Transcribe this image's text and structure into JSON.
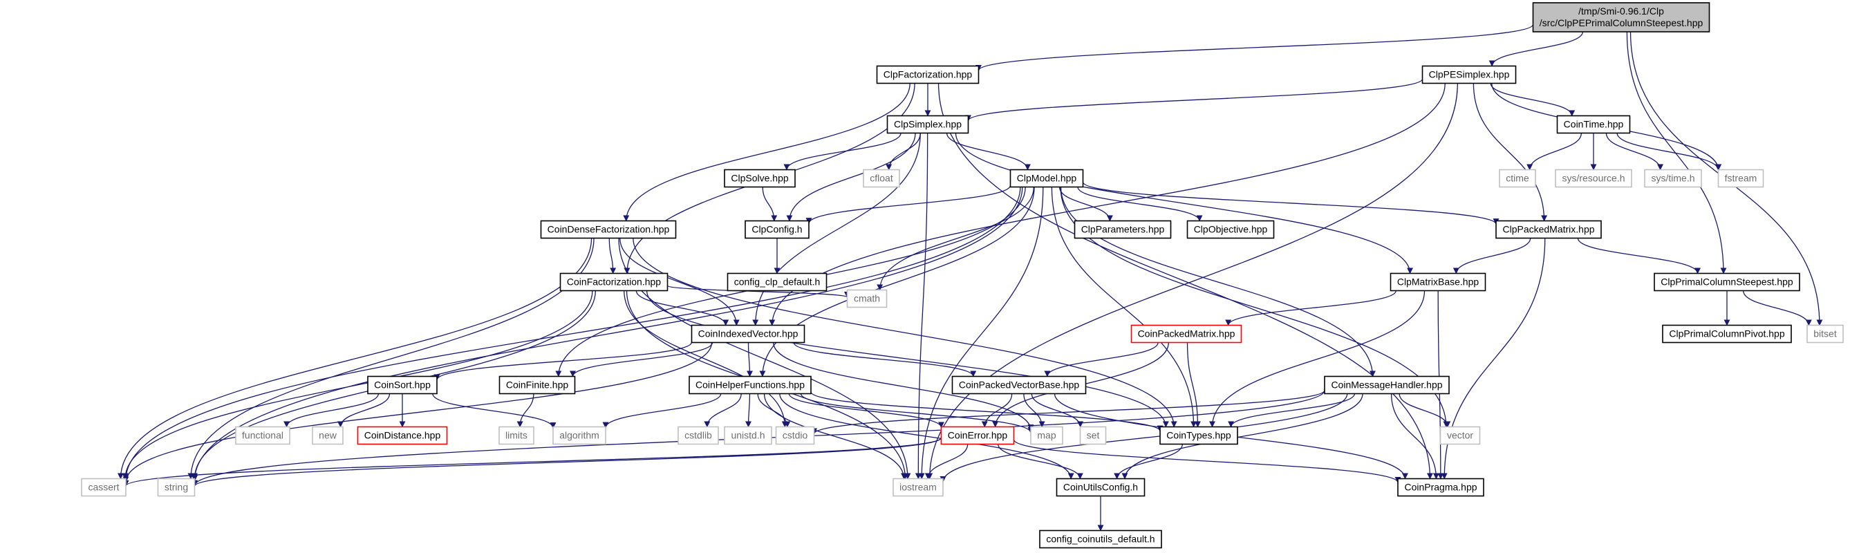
{
  "diagram": {
    "nodes": [
      {
        "id": "root",
        "lines": [
          "/tmp/Smi-0.96.1/Clp",
          "/src/ClpPEPrimalColumnSteepest.hpp"
        ],
        "style": "root"
      },
      {
        "id": "clpfactorization",
        "lines": [
          "ClpFactorization.hpp"
        ],
        "style": "normal"
      },
      {
        "id": "clppesimplex",
        "lines": [
          "ClpPESimplex.hpp"
        ],
        "style": "normal"
      },
      {
        "id": "clpsimplex",
        "lines": [
          "ClpSimplex.hpp"
        ],
        "style": "normal"
      },
      {
        "id": "cointime",
        "lines": [
          "CoinTime.hpp"
        ],
        "style": "normal"
      },
      {
        "id": "clpsolve",
        "lines": [
          "ClpSolve.hpp"
        ],
        "style": "normal"
      },
      {
        "id": "cfloat",
        "lines": [
          "cfloat"
        ],
        "style": "system"
      },
      {
        "id": "clpmodel",
        "lines": [
          "ClpModel.hpp"
        ],
        "style": "normal"
      },
      {
        "id": "ctime",
        "lines": [
          "ctime"
        ],
        "style": "system"
      },
      {
        "id": "sysresource",
        "lines": [
          "sys/resource.h"
        ],
        "style": "system"
      },
      {
        "id": "systime",
        "lines": [
          "sys/time.h"
        ],
        "style": "system"
      },
      {
        "id": "fstream",
        "lines": [
          "fstream"
        ],
        "style": "system"
      },
      {
        "id": "clpconfig",
        "lines": [
          "ClpConfig.h"
        ],
        "style": "normal"
      },
      {
        "id": "clpparameters",
        "lines": [
          "ClpParameters.hpp"
        ],
        "style": "normal"
      },
      {
        "id": "clpobjective",
        "lines": [
          "ClpObjective.hpp"
        ],
        "style": "normal"
      },
      {
        "id": "clppackedmatrix",
        "lines": [
          "ClpPackedMatrix.hpp"
        ],
        "style": "normal"
      },
      {
        "id": "coindensefact",
        "lines": [
          "CoinDenseFactorization.hpp"
        ],
        "style": "normal"
      },
      {
        "id": "configclp",
        "lines": [
          "config_clp_default.h"
        ],
        "style": "normal"
      },
      {
        "id": "coinfactorization",
        "lines": [
          "CoinFactorization.hpp"
        ],
        "style": "normal"
      },
      {
        "id": "clpmatrixbase",
        "lines": [
          "ClpMatrixBase.hpp"
        ],
        "style": "normal"
      },
      {
        "id": "clpprimalsteepest",
        "lines": [
          "ClpPrimalColumnSteepest.hpp"
        ],
        "style": "normal"
      },
      {
        "id": "cmath",
        "lines": [
          "cmath"
        ],
        "style": "system"
      },
      {
        "id": "coinindexedvector",
        "lines": [
          "CoinIndexedVector.hpp"
        ],
        "style": "normal"
      },
      {
        "id": "coinpackedmatrix",
        "lines": [
          "CoinPackedMatrix.hpp"
        ],
        "style": "missing"
      },
      {
        "id": "clpprimalpivot",
        "lines": [
          "ClpPrimalColumnPivot.hpp"
        ],
        "style": "normal"
      },
      {
        "id": "bitset",
        "lines": [
          "bitset"
        ],
        "style": "system"
      },
      {
        "id": "coinsort",
        "lines": [
          "CoinSort.hpp"
        ],
        "style": "normal"
      },
      {
        "id": "coinfinite",
        "lines": [
          "CoinFinite.hpp"
        ],
        "style": "normal"
      },
      {
        "id": "coinhelper",
        "lines": [
          "CoinHelperFunctions.hpp"
        ],
        "style": "normal"
      },
      {
        "id": "coinpackedvecbase",
        "lines": [
          "CoinPackedVectorBase.hpp"
        ],
        "style": "normal"
      },
      {
        "id": "coinmessage",
        "lines": [
          "CoinMessageHandler.hpp"
        ],
        "style": "normal"
      },
      {
        "id": "functional",
        "lines": [
          "functional"
        ],
        "style": "system"
      },
      {
        "id": "new",
        "lines": [
          "new"
        ],
        "style": "system"
      },
      {
        "id": "coindistance",
        "lines": [
          "CoinDistance.hpp"
        ],
        "style": "missing"
      },
      {
        "id": "limits",
        "lines": [
          "limits"
        ],
        "style": "system"
      },
      {
        "id": "algorithm",
        "lines": [
          "algorithm"
        ],
        "style": "system"
      },
      {
        "id": "cstdlib",
        "lines": [
          "cstdlib"
        ],
        "style": "system"
      },
      {
        "id": "unistd",
        "lines": [
          "unistd.h"
        ],
        "style": "system"
      },
      {
        "id": "cstdio",
        "lines": [
          "cstdio"
        ],
        "style": "system"
      },
      {
        "id": "coinerror",
        "lines": [
          "CoinError.hpp"
        ],
        "style": "missing"
      },
      {
        "id": "map",
        "lines": [
          "map"
        ],
        "style": "system"
      },
      {
        "id": "set",
        "lines": [
          "set"
        ],
        "style": "system"
      },
      {
        "id": "cointypes",
        "lines": [
          "CoinTypes.hpp"
        ],
        "style": "normal"
      },
      {
        "id": "vector",
        "lines": [
          "vector"
        ],
        "style": "system"
      },
      {
        "id": "cassert",
        "lines": [
          "cassert"
        ],
        "style": "system"
      },
      {
        "id": "string",
        "lines": [
          "string"
        ],
        "style": "system"
      },
      {
        "id": "iostream",
        "lines": [
          "iostream"
        ],
        "style": "system"
      },
      {
        "id": "coinutilsconfig",
        "lines": [
          "CoinUtilsConfig.h"
        ],
        "style": "normal"
      },
      {
        "id": "coinpragma",
        "lines": [
          "CoinPragma.hpp"
        ],
        "style": "normal"
      },
      {
        "id": "configcoinutils",
        "lines": [
          "config_coinutils_default.h"
        ],
        "style": "normal"
      }
    ],
    "edges": [
      [
        "root",
        "clpfactorization"
      ],
      [
        "root",
        "clppesimplex"
      ],
      [
        "root",
        "clpprimalsteepest"
      ],
      [
        "root",
        "bitset"
      ],
      [
        "clpfactorization",
        "clpsimplex"
      ],
      [
        "clpfactorization",
        "coindensefact"
      ],
      [
        "clpfactorization",
        "coinfactorization"
      ],
      [
        "clpfactorization",
        "coinpragma"
      ],
      [
        "clppesimplex",
        "clpsimplex"
      ],
      [
        "clppesimplex",
        "cointime"
      ],
      [
        "clppesimplex",
        "fstream"
      ],
      [
        "clppesimplex",
        "clppackedmatrix"
      ],
      [
        "clppesimplex",
        "coinindexedvector"
      ],
      [
        "clppesimplex",
        "iostream"
      ],
      [
        "clpsimplex",
        "clpsolve"
      ],
      [
        "clpsimplex",
        "cfloat"
      ],
      [
        "clpsimplex",
        "clpmodel"
      ],
      [
        "clpsimplex",
        "clpconfig"
      ],
      [
        "clpsimplex",
        "clpmatrixbase"
      ],
      [
        "clpsimplex",
        "coinindexedvector"
      ],
      [
        "clpsimplex",
        "iostream"
      ],
      [
        "cointime",
        "ctime"
      ],
      [
        "cointime",
        "sysresource"
      ],
      [
        "cointime",
        "systime"
      ],
      [
        "cointime",
        "fstream"
      ],
      [
        "clpsolve",
        "clpconfig"
      ],
      [
        "clpmodel",
        "clpconfig"
      ],
      [
        "clpmodel",
        "clpparameters"
      ],
      [
        "clpmodel",
        "clpobjective"
      ],
      [
        "clpmodel",
        "clppackedmatrix"
      ],
      [
        "clpmodel",
        "cmath"
      ],
      [
        "clpmodel",
        "coinhelper"
      ],
      [
        "clpmodel",
        "coinmessage"
      ],
      [
        "clpmodel",
        "cointypes"
      ],
      [
        "clpmodel",
        "vector"
      ],
      [
        "clpmodel",
        "iostream"
      ],
      [
        "clpmodel",
        "coinfinite"
      ],
      [
        "clpmodel",
        "cassert"
      ],
      [
        "clpmodel",
        "string"
      ],
      [
        "clpconfig",
        "configclp"
      ],
      [
        "clppackedmatrix",
        "clpmatrixbase"
      ],
      [
        "clppackedmatrix",
        "clpprimalsteepest"
      ],
      [
        "clppackedmatrix",
        "coinpragma"
      ],
      [
        "coindensefact",
        "coinfactorization"
      ],
      [
        "coindensefact",
        "coinindexedvector"
      ],
      [
        "coindensefact",
        "cassert"
      ],
      [
        "coindensefact",
        "string"
      ],
      [
        "coindensefact",
        "cointypes"
      ],
      [
        "coindensefact",
        "iostream"
      ],
      [
        "coinfactorization",
        "coinindexedvector"
      ],
      [
        "coinfactorization",
        "cmath"
      ],
      [
        "coinfactorization",
        "cointypes"
      ],
      [
        "coinfactorization",
        "cassert"
      ],
      [
        "coinfactorization",
        "string"
      ],
      [
        "coinfactorization",
        "iostream"
      ],
      [
        "coinfactorization",
        "cstdio"
      ],
      [
        "clpmatrixbase",
        "coinpackedmatrix"
      ],
      [
        "clpmatrixbase",
        "cointypes"
      ],
      [
        "clpmatrixbase",
        "coinpragma"
      ],
      [
        "clpprimalsteepest",
        "clpprimalpivot"
      ],
      [
        "clpprimalsteepest",
        "bitset"
      ],
      [
        "coinindexedvector",
        "coinsort"
      ],
      [
        "coinindexedvector",
        "coinfinite"
      ],
      [
        "coinindexedvector",
        "coinhelper"
      ],
      [
        "coinindexedvector",
        "coinpackedvecbase"
      ],
      [
        "coinindexedvector",
        "map"
      ],
      [
        "coinindexedvector",
        "cassert"
      ],
      [
        "coinpackedmatrix",
        "coinpackedvecbase"
      ],
      [
        "coinpackedmatrix",
        "coinerror"
      ],
      [
        "coinpackedmatrix",
        "cointypes"
      ],
      [
        "coinsort",
        "functional"
      ],
      [
        "coinsort",
        "new"
      ],
      [
        "coinsort",
        "coindistance"
      ],
      [
        "coinsort",
        "algorithm"
      ],
      [
        "coinfinite",
        "limits"
      ],
      [
        "coinhelper",
        "algorithm"
      ],
      [
        "coinhelper",
        "cstdlib"
      ],
      [
        "coinhelper",
        "unistd"
      ],
      [
        "coinhelper",
        "cstdio"
      ],
      [
        "coinhelper",
        "coinerror"
      ],
      [
        "coinhelper",
        "map"
      ],
      [
        "coinhelper",
        "cointypes"
      ],
      [
        "coinhelper",
        "coinutilsconfig"
      ],
      [
        "coinhelper",
        "iostream"
      ],
      [
        "coinpackedvecbase",
        "coinerror"
      ],
      [
        "coinpackedvecbase",
        "map"
      ],
      [
        "coinpackedvecbase",
        "set"
      ],
      [
        "coinpackedvecbase",
        "coinpragma"
      ],
      [
        "coinmessage",
        "cstdio"
      ],
      [
        "coinmessage",
        "cointypes"
      ],
      [
        "coinmessage",
        "vector"
      ],
      [
        "coinmessage",
        "coinpragma"
      ],
      [
        "coinmessage",
        "coinutilsconfig"
      ],
      [
        "coinmessage",
        "iostream"
      ],
      [
        "coinmessage",
        "string"
      ],
      [
        "coinerror",
        "cassert"
      ],
      [
        "coinerror",
        "string"
      ],
      [
        "coinerror",
        "iostream"
      ],
      [
        "coinerror",
        "coinutilsconfig"
      ],
      [
        "coinerror",
        "coinpragma"
      ],
      [
        "cointypes",
        "coinutilsconfig"
      ],
      [
        "coinutilsconfig",
        "configcoinutils"
      ]
    ]
  }
}
